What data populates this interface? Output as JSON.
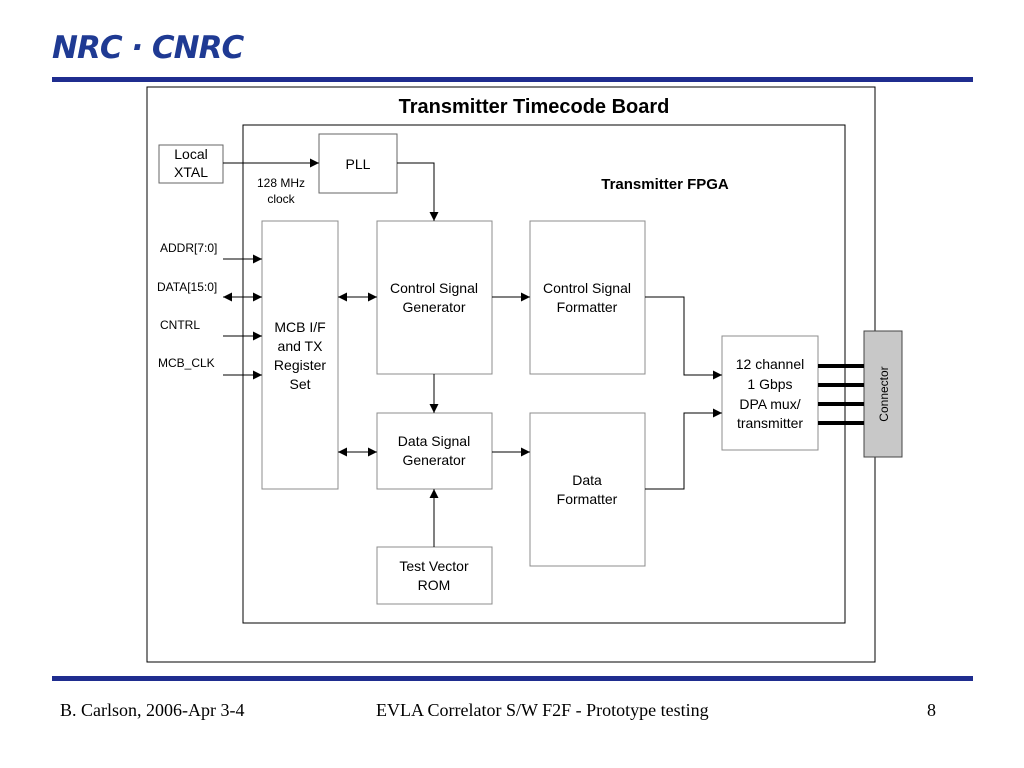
{
  "header": {
    "logo_text": "NRC · CNRC"
  },
  "diagram": {
    "title": "Transmitter Timecode Board",
    "fpga_label": "Transmitter FPGA",
    "local_xtal": [
      "Local",
      "XTAL"
    ],
    "pll": "PLL",
    "clock_label": [
      "128 MHz",
      "clock"
    ],
    "signals": {
      "addr": "ADDR[7:0]",
      "data": "DATA[15:0]",
      "cntrl": "CNTRL",
      "mcb_clk": "MCB_CLK"
    },
    "mcb": [
      "MCB I/F",
      "and TX",
      "Register",
      "Set"
    ],
    "ctrl_gen": [
      "Control Signal",
      "Generator"
    ],
    "ctrl_fmt": [
      "Control Signal",
      "Formatter"
    ],
    "data_gen": [
      "Data Signal",
      "Generator"
    ],
    "data_fmt": [
      "Data",
      "Formatter"
    ],
    "test_rom": [
      "Test Vector",
      "ROM"
    ],
    "mux": [
      "12 channel",
      "1 Gbps",
      "DPA mux/",
      "transmitter"
    ],
    "connector": "Connector",
    "colors": {
      "connector_fill": "#c8c8c8",
      "rule": "#1f2d8f",
      "logo": "#1f3a93"
    }
  },
  "footer": {
    "author_date": "B. Carlson, 2006-Apr 3-4",
    "talk_title": "EVLA Correlator S/W F2F - Prototype testing",
    "page_number": "8"
  }
}
